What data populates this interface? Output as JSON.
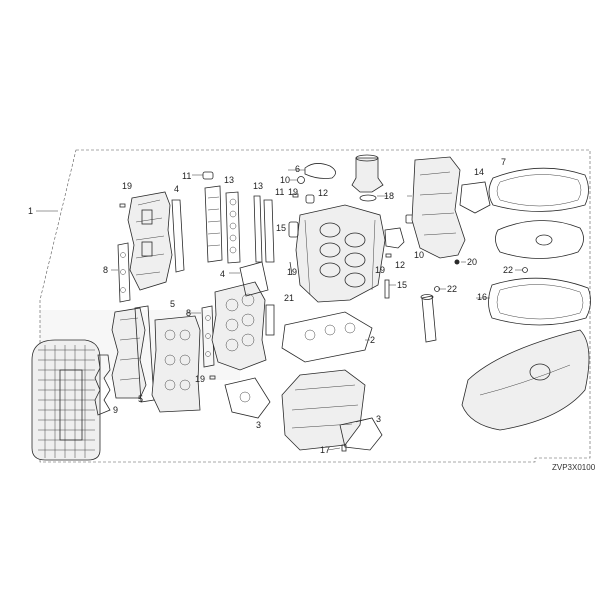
{
  "diagram": {
    "code": "ZVP3X0100",
    "callouts": [
      {
        "id": "c1",
        "text": "1"
      },
      {
        "id": "c2",
        "text": "2"
      },
      {
        "id": "c3a",
        "text": "3"
      },
      {
        "id": "c3b",
        "text": "3"
      },
      {
        "id": "c4a",
        "text": "4"
      },
      {
        "id": "c4b",
        "text": "4"
      },
      {
        "id": "c5a",
        "text": "5"
      },
      {
        "id": "c5b",
        "text": "5"
      },
      {
        "id": "c6",
        "text": "6"
      },
      {
        "id": "c7",
        "text": "7"
      },
      {
        "id": "c8a",
        "text": "8"
      },
      {
        "id": "c8b",
        "text": "8"
      },
      {
        "id": "c9",
        "text": "9"
      },
      {
        "id": "c10a",
        "text": "10"
      },
      {
        "id": "c10b",
        "text": "10"
      },
      {
        "id": "c11a",
        "text": "11"
      },
      {
        "id": "c11b",
        "text": "11"
      },
      {
        "id": "c12a",
        "text": "12"
      },
      {
        "id": "c12b",
        "text": "12"
      },
      {
        "id": "c13a",
        "text": "13"
      },
      {
        "id": "c13b",
        "text": "13"
      },
      {
        "id": "c14",
        "text": "14"
      },
      {
        "id": "c15a",
        "text": "15"
      },
      {
        "id": "c15b",
        "text": "15"
      },
      {
        "id": "c16",
        "text": "16"
      },
      {
        "id": "c17",
        "text": "17"
      },
      {
        "id": "c18",
        "text": "18"
      },
      {
        "id": "c19a",
        "text": "19"
      },
      {
        "id": "c19b",
        "text": "19"
      },
      {
        "id": "c19c",
        "text": "19"
      },
      {
        "id": "c19d",
        "text": "19"
      },
      {
        "id": "c19e",
        "text": "19"
      },
      {
        "id": "c20",
        "text": "20"
      },
      {
        "id": "c21",
        "text": "21"
      },
      {
        "id": "c22a",
        "text": "22"
      },
      {
        "id": "c22b",
        "text": "22"
      }
    ]
  }
}
